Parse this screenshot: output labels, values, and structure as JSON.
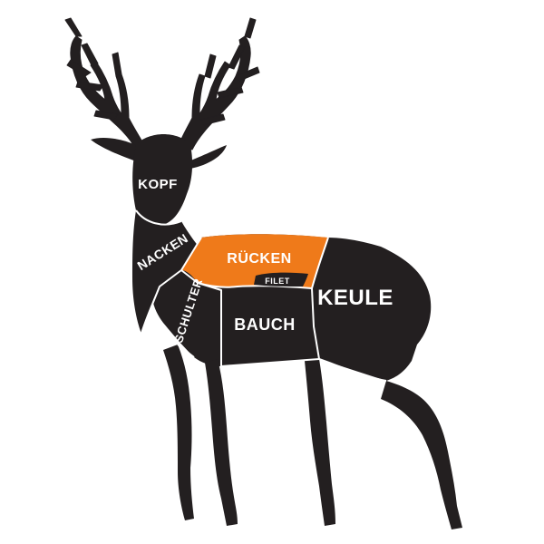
{
  "colors": {
    "body": "#231f20",
    "highlight": "#ef7a1a",
    "divider": "#ffffff",
    "background": "#ffffff"
  },
  "cuts": {
    "kopf": "KOPF",
    "nacken": "NACKEN",
    "schulter": "SCHULTER",
    "ruecken": "RÜCKEN",
    "filet": "FILET",
    "bauch": "BAUCH",
    "keule": "KEULE"
  },
  "highlighted_cut": "ruecken"
}
